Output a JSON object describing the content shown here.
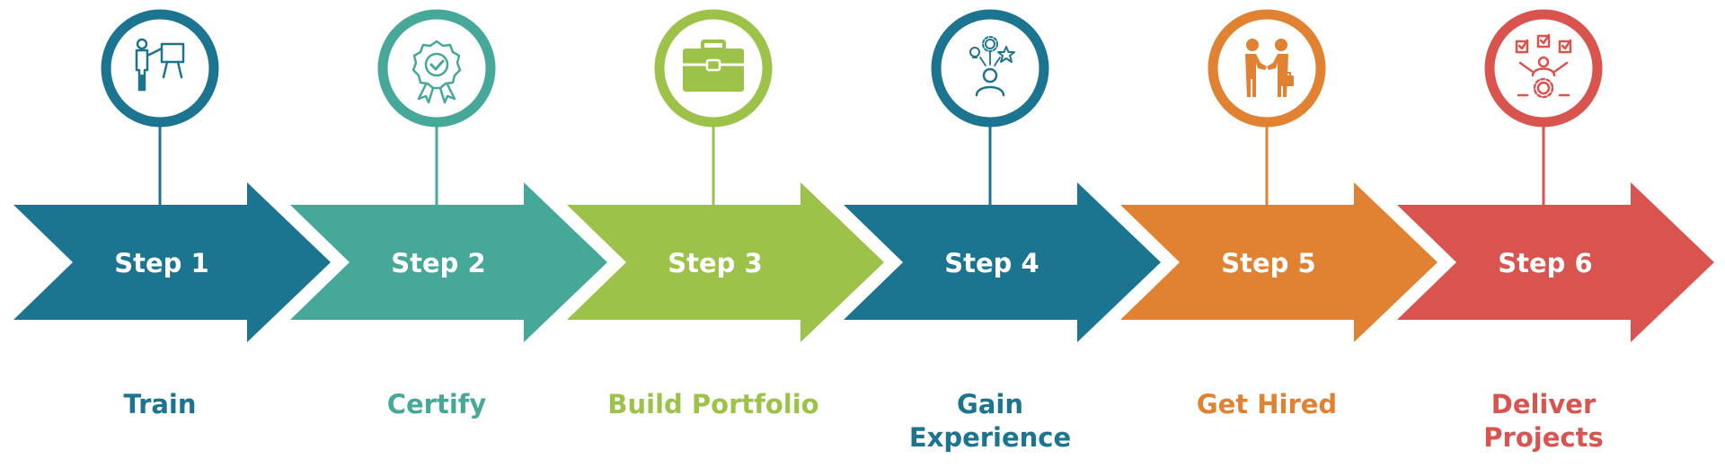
{
  "steps": [
    {
      "step_label": "Step 1",
      "title_lines": [
        "Train"
      ],
      "color": "#1b7490",
      "icon": "presentation-icon"
    },
    {
      "step_label": "Step 2",
      "title_lines": [
        "Certify"
      ],
      "color": "#45a898",
      "icon": "certificate-badge-icon"
    },
    {
      "step_label": "Step 3",
      "title_lines": [
        "Build Portfolio"
      ],
      "color": "#9dc24a",
      "icon": "briefcase-icon"
    },
    {
      "step_label": "Step 4",
      "title_lines": [
        "Gain",
        "Experience"
      ],
      "color": "#1b7490",
      "icon": "skills-person-icon"
    },
    {
      "step_label": "Step 5",
      "title_lines": [
        "Get Hired"
      ],
      "color": "#e08232",
      "icon": "handshake-icon"
    },
    {
      "step_label": "Step 6",
      "title_lines": [
        "Deliver",
        "Projects"
      ],
      "color": "#d9534f",
      "icon": "project-tasks-icon"
    }
  ]
}
